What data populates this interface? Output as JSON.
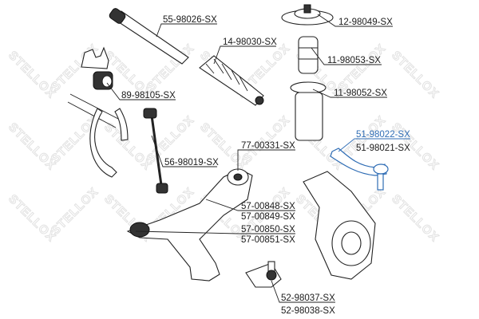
{
  "watermark": "STELLOX",
  "accent_color": "#2f6db5",
  "labels": {
    "tie_rod": "55-98026-SX",
    "strut_mount": "12-98049-SX",
    "steering_boot": "14-98030-SX",
    "bump_stop": "11-98053-SX",
    "stabilizer_bushing": "89-98105-SX",
    "strut_boot": "11-98052-SX",
    "tie_rod_end_left": "51-98022-SX",
    "tie_rod_end_right": "51-98021-SX",
    "arm_bushing": "77-00331-SX",
    "stabilizer_link": "56-98019-SX",
    "control_arm_1": "57-00848-SX",
    "control_arm_2": "57-00849-SX",
    "control_arm_3": "57-00850-SX",
    "control_arm_4": "57-00851-SX",
    "ball_joint_1": "52-98037-SX",
    "ball_joint_2": "52-98038-SX"
  }
}
